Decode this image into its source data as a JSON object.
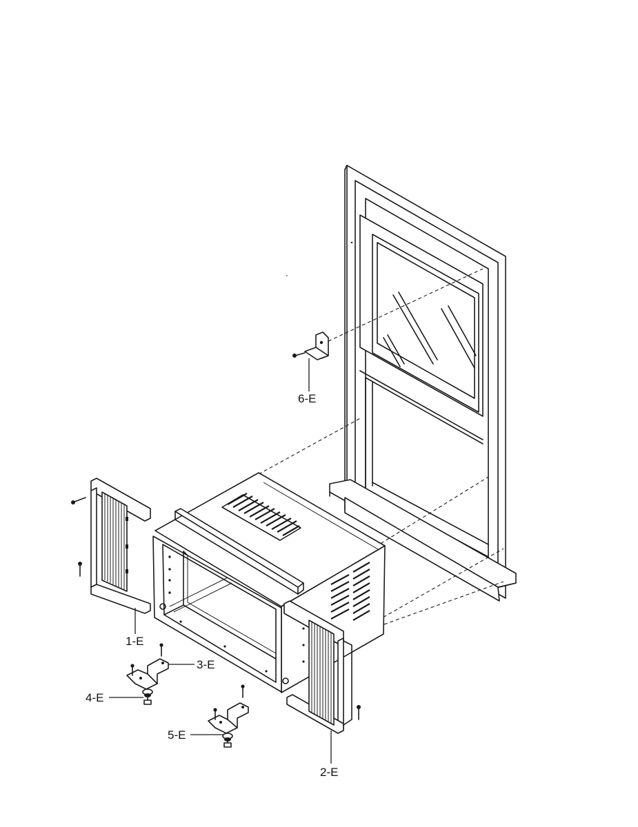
{
  "parts": [
    {
      "id": "1-E",
      "label": "1-E"
    },
    {
      "id": "2-E",
      "label": "2-E"
    },
    {
      "id": "3-E",
      "label": "3-E"
    },
    {
      "id": "4-E",
      "label": "4-E"
    },
    {
      "id": "5-E",
      "label": "5-E"
    },
    {
      "id": "6-E",
      "label": "6-E"
    }
  ]
}
